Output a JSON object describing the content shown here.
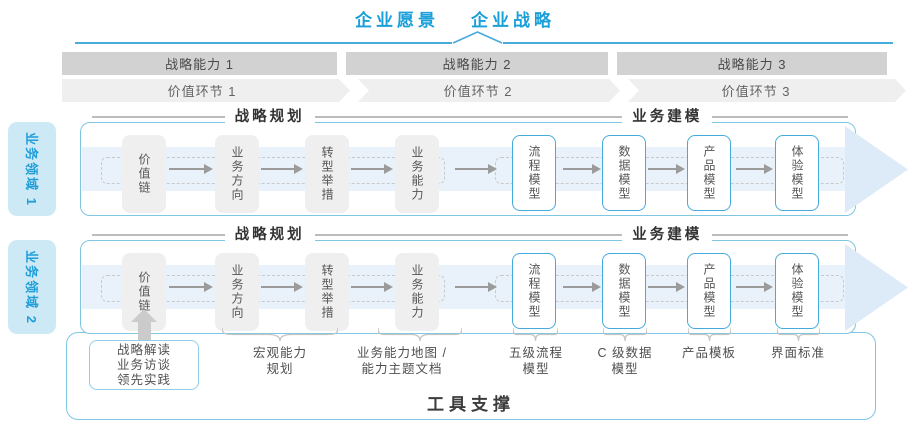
{
  "header": {
    "vision": "企业愿景",
    "strategy": "企业战略"
  },
  "capability_bar": {
    "items": [
      {
        "label": "战略能力 1"
      },
      {
        "label": "战略能力 2"
      },
      {
        "label": "战略能力 3"
      }
    ]
  },
  "value_bar": {
    "items": [
      {
        "label": "价值环节 1"
      },
      {
        "label": "价值环节 2"
      },
      {
        "label": "价值环节 3"
      }
    ]
  },
  "domains": {
    "labels": [
      "业务领域 1",
      "业务领域 2"
    ]
  },
  "panel": {
    "planning_title": "战略规划",
    "modeling_title": "业务建模",
    "planning_boxes": [
      "价值链",
      "业务方向",
      "转型举措",
      "业务能力"
    ],
    "modeling_boxes": [
      "流程模型",
      "数据模型",
      "产品模型",
      "体验模型"
    ]
  },
  "annotations": {
    "source_box": {
      "lines": [
        "战略解读",
        "业务访谈",
        "领先实践"
      ]
    },
    "items": [
      {
        "line1": "宏观能力",
        "line2": "规划"
      },
      {
        "line1": "业务能力地图 /",
        "line2": "能力主题文档"
      },
      {
        "line1": "五级流程",
        "line2": "模型"
      },
      {
        "line1": "C 级数据",
        "line2": "模型"
      },
      {
        "line1": "产品模板",
        "line2": ""
      },
      {
        "line1": "界面标准",
        "line2": ""
      }
    ]
  },
  "footer": {
    "label": "工具支撑"
  },
  "colors": {
    "accent_blue": "#1a9fd9",
    "panel_border": "#7fc6e2",
    "band_blue": "#e9f2fa",
    "arrow_fill": "#dcebf7",
    "domain_fill": "#cde9f6",
    "bar_dark": "#d2d2d2",
    "bar_light": "#efefef",
    "box_gray": "#f0efef",
    "box_blue_border": "#45abdb",
    "text_dark": "#333333",
    "text_gray": "#555555",
    "connector_gray": "#9b9b9b"
  }
}
